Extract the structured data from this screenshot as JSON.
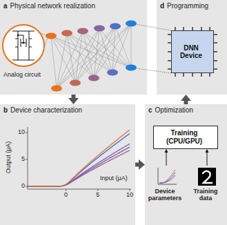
{
  "diagram": {
    "nodes": [
      {
        "text": [
          "a",
          "Physical network realization"
        ]
      },
      {
        "text": [
          "d",
          "Programming"
        ]
      },
      {
        "text": [
          "DNN Device"
        ],
        "in": 1
      },
      {
        "text": [
          "b",
          "Device characterization"
        ]
      },
      {
        "text": [
          "c",
          "Optimization"
        ]
      },
      {
        "text": [
          "Training (CPU/GPU)"
        ],
        "in": 4
      },
      {
        "text": [
          "Device parameters"
        ],
        "in": 4
      },
      {
        "text": [
          "Training data"
        ],
        "in": 4
      }
    ],
    "edges": [
      {
        "from": 0,
        "to": 3,
        "arrow": "to"
      },
      {
        "from": 3,
        "to": 4,
        "arrow": "to"
      },
      {
        "from": 4,
        "to": 1,
        "arrow": "to"
      },
      {
        "from": 6,
        "to": 5,
        "arrow": "to"
      },
      {
        "from": 7,
        "to": 5,
        "arrow": "to"
      }
    ],
    "labels": [
      "Analog circuit",
      "Output (μA)",
      "Input (μA)",
      "0",
      "5",
      "10",
      "0",
      "5",
      "10"
    ]
  }
}
